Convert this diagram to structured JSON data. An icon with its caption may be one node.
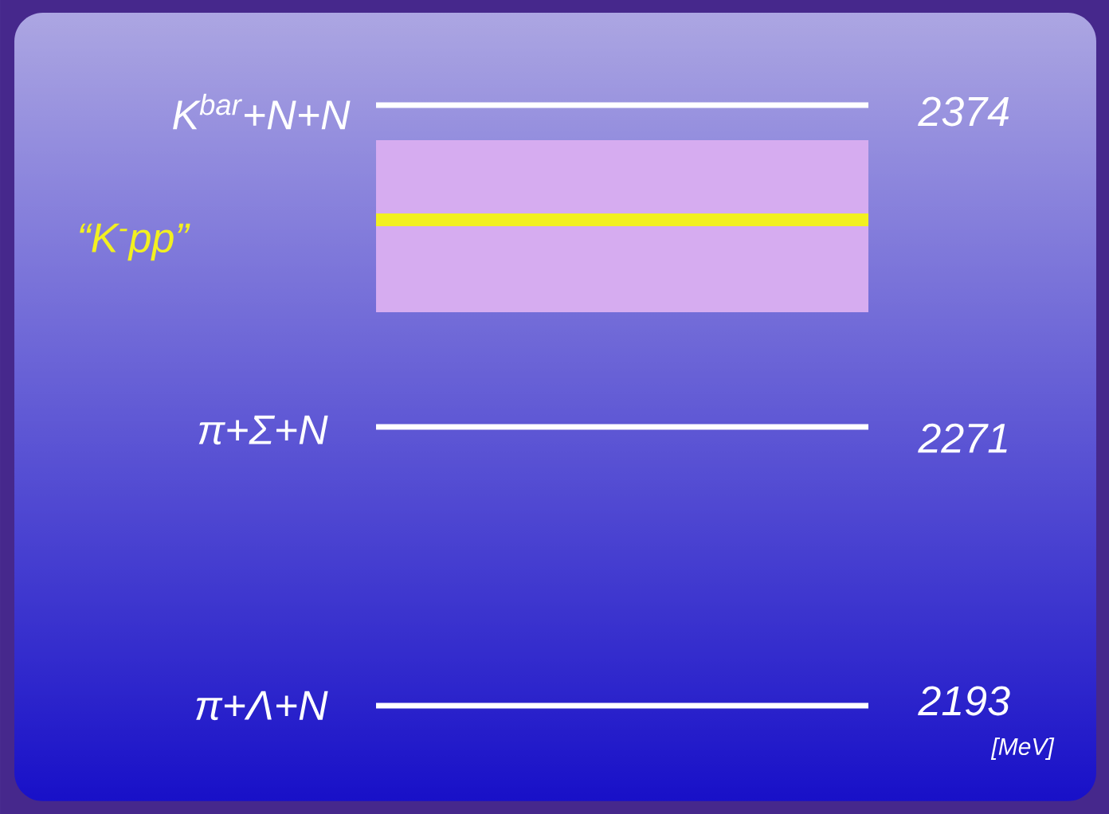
{
  "diagram": {
    "labels": [
      "K$^{bar}$+N+N",
      "2374",
      "“K$^{-}$pp”",
      "π+Σ+N",
      "2271",
      "π+Λ+N",
      "2193",
      "[MeV]"
    ]
  }
}
